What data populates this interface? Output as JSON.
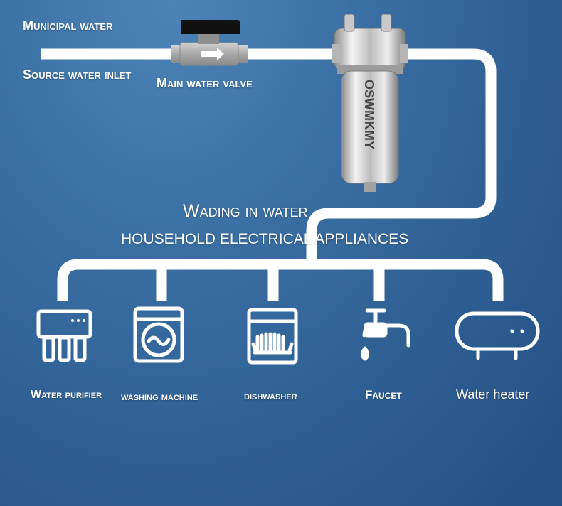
{
  "labels": {
    "municipal_water": "Municipal water",
    "source_water_inlet": "Source water inlet",
    "main_water_valve": "Main water valve",
    "wading_in_water": "Wading in water",
    "household_appliances": "HOUSEHOLD ELECTRICAL APPLIANCES"
  },
  "filter": {
    "brand_text": "OSWMKMY"
  },
  "appliances": [
    {
      "name": "Water purifier",
      "icon": "water-purifier-icon"
    },
    {
      "name": "washing machine",
      "icon": "washing-machine-icon"
    },
    {
      "name": "dishwasher",
      "icon": "dishwasher-icon"
    },
    {
      "name": "Faucet",
      "icon": "faucet-icon"
    },
    {
      "name": "Water heater",
      "icon": "water-heater-icon"
    }
  ],
  "colors": {
    "pipe": "#ffffff",
    "background_top": "#4d84b8",
    "background_bottom": "#244f82",
    "valve_handle": "#111111",
    "valve_body": "#b9b9b9",
    "filter_steel": "#d8d8d8"
  }
}
